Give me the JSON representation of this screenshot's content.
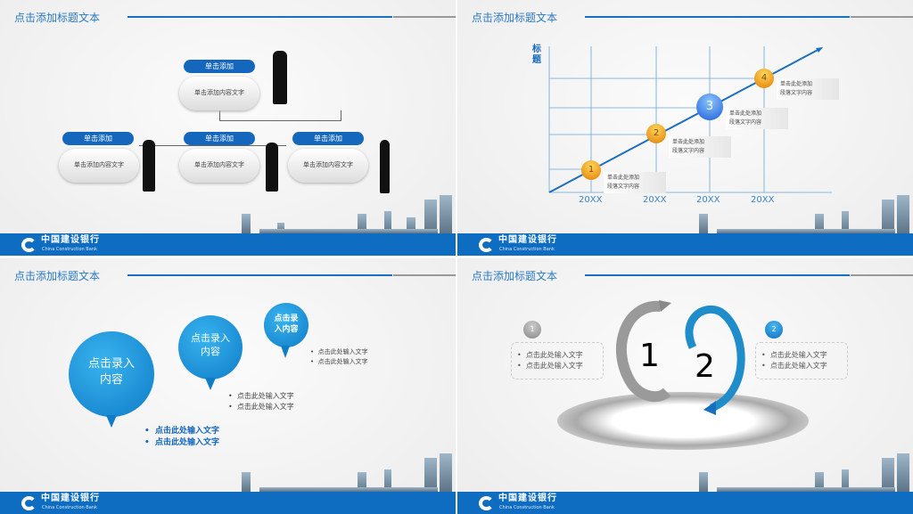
{
  "common": {
    "title": "点击添加标题文本",
    "bank_name_cn": "中国建设银行",
    "bank_name_en": "China Construction Bank"
  },
  "slide1": {
    "headers": [
      "单击添加",
      "单击添加",
      "单击添加",
      "单击添加"
    ],
    "content": [
      "单击添加内容文字",
      "单击添加内容文字",
      "单击添加内容文字",
      "单击添加内容文字"
    ]
  },
  "slide2": {
    "y_label": "标题",
    "x_ticks": [
      "20XX",
      "20XX",
      "20XX",
      "20XX"
    ],
    "steps": [
      {
        "num": "1",
        "line1": "单击此处添加",
        "line2": "段落文字内容"
      },
      {
        "num": "2",
        "line1": "单击此处添加",
        "line2": "段落文字内容"
      },
      {
        "num": "3",
        "line1": "单击此处添加",
        "line2": "段落文字内容"
      },
      {
        "num": "4",
        "line1": "单击此处添加",
        "line2": "段落文字内容"
      }
    ],
    "colors": {
      "orange": "#e88a00",
      "blue": "#2f7ae0"
    }
  },
  "slide3": {
    "bubbles": [
      "点击录入内容",
      "点击录入内容",
      "点击录入内容"
    ],
    "bullets": [
      "点击此处输入文字",
      "点击此处输入文字"
    ]
  },
  "slide4": {
    "left": {
      "num": "1",
      "items": [
        "点击此处输入文字",
        "点击此处输入文字"
      ]
    },
    "right": {
      "num": "2",
      "items": [
        "点击此处输入文字",
        "点击此处输入文字"
      ]
    },
    "big1": "1",
    "big2": "2"
  }
}
